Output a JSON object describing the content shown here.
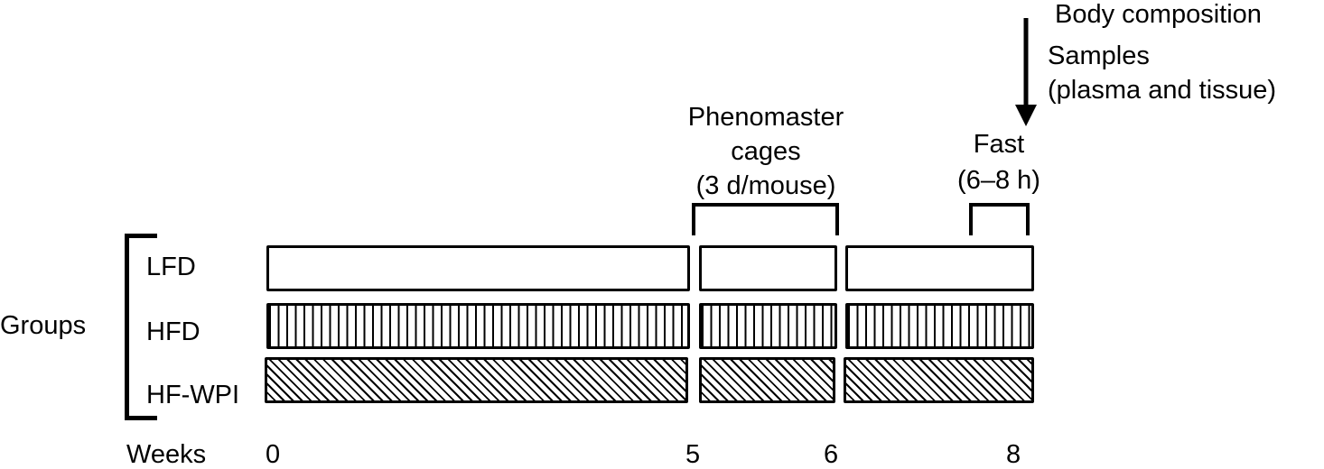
{
  "annotations": {
    "body_composition": "Body composition",
    "samples": "Samples",
    "samples_detail": "(plasma and tissue)",
    "phenomaster_line1": "Phenomaster",
    "phenomaster_line2": "cages",
    "phenomaster_line3": "(3 d/mouse)",
    "fast_line1": "Fast",
    "fast_line2": "(6–8 h)"
  },
  "groups": {
    "title": "Groups",
    "items": [
      {
        "label": "LFD",
        "pattern": "blank"
      },
      {
        "label": "HFD",
        "pattern": "vertical-stripes"
      },
      {
        "label": "HF-WPI",
        "pattern": "diagonal-hatch"
      }
    ]
  },
  "timeline": {
    "axis_label": "Weeks",
    "ticks": [
      "0",
      "5",
      "6",
      "8"
    ],
    "segments": [
      "0–5",
      "5–6",
      "6–8"
    ]
  },
  "colors": {
    "ink": "#000000",
    "background": "#ffffff"
  }
}
